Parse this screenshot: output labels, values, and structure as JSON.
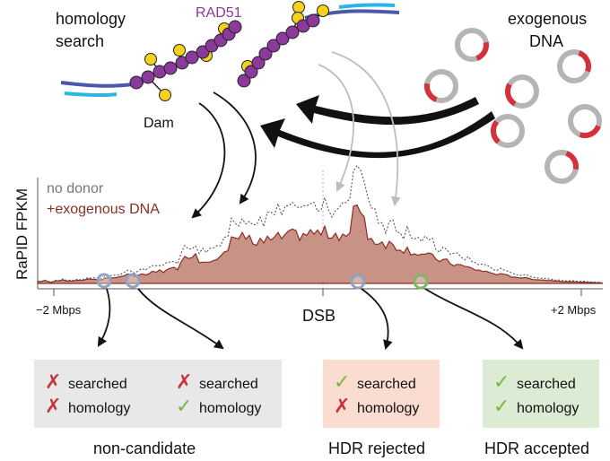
{
  "top": {
    "homology_search_line1": "homology",
    "homology_search_line2": "search",
    "rad51": "RAD51",
    "dam": "Dam",
    "exogenous_line1": "exogenous",
    "exogenous_line2": "DNA"
  },
  "plot": {
    "ylabel": "RaPID FPKM",
    "legend_no_donor": "no donor",
    "legend_exogenous": "+exogenous DNA",
    "xtick_left": "−2 Mbps",
    "xtick_center": "DSB",
    "xtick_right": "+2 Mbps"
  },
  "boxes": [
    {
      "rows": [
        {
          "mark": "✗",
          "text": "searched"
        },
        {
          "mark": "✗",
          "text": "homology"
        }
      ]
    },
    {
      "rows": [
        {
          "mark": "✗",
          "text": "searched"
        },
        {
          "mark": "✓",
          "text": "homology"
        }
      ]
    },
    {
      "rows": [
        {
          "mark": "✓",
          "text": "searched"
        },
        {
          "mark": "✗",
          "text": "homology"
        }
      ]
    },
    {
      "rows": [
        {
          "mark": "✓",
          "text": "searched"
        },
        {
          "mark": "✓",
          "text": "homology"
        }
      ]
    }
  ],
  "outcomes": {
    "non_candidate": "non-candidate",
    "hdr_rejected": "HDR rejected",
    "hdr_accepted": "HDR accepted"
  },
  "colors": {
    "rad51_purple": "#8b3a9c",
    "dam_yellow": "#f5d31c",
    "dna_blue": "#4a5aa8",
    "dna_cyan": "#29b6e6",
    "plasmid_grey": "#b5b5b5",
    "plasmid_red": "#d4323a",
    "exo_fill": "#c99286",
    "exo_line": "#8a2e24",
    "cross_red": "#c8323a",
    "check_green": "#78b83c",
    "box_grey": "#e8e8e8",
    "box_pink": "#fbdcd0",
    "box_green": "#dcecd4",
    "marker_blue": "#8da4c4",
    "marker_green": "#7cb860"
  }
}
